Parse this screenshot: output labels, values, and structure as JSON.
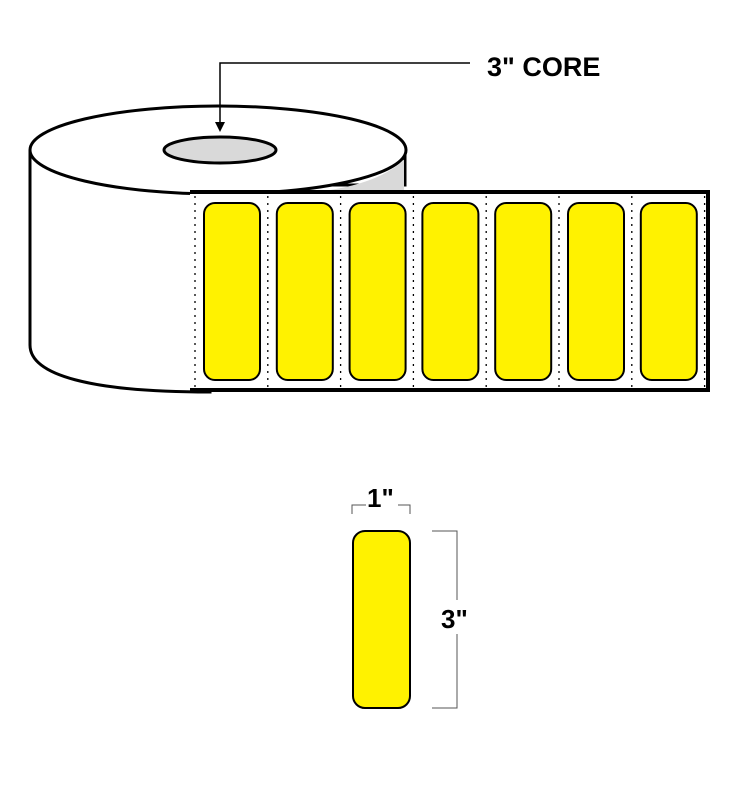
{
  "core_label": "3\" CORE",
  "width_label": "1\"",
  "height_label": "3\"",
  "roll": {
    "label_count": 7,
    "label_color": "#FFF200",
    "core_color": "#D9D9D9",
    "outline_color": "#000000"
  }
}
